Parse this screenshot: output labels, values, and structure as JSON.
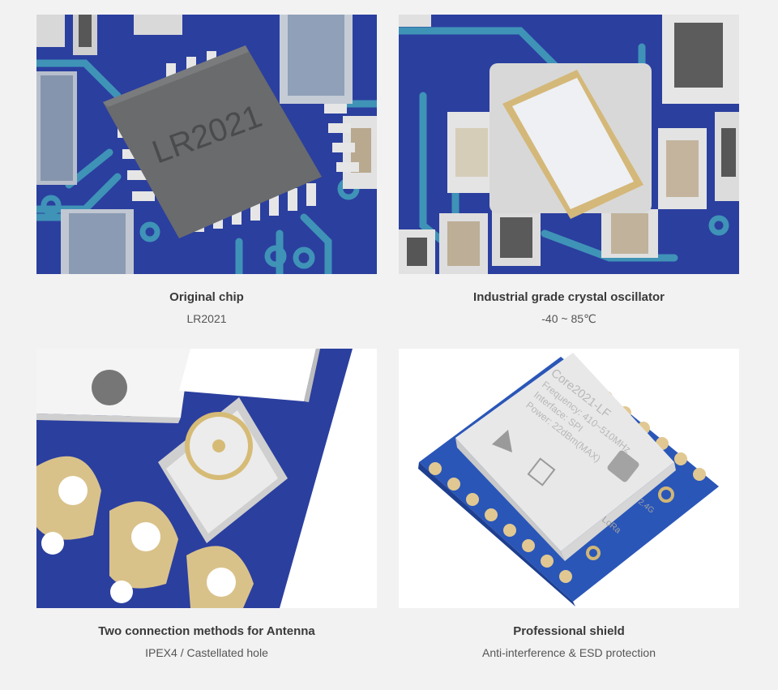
{
  "cards": [
    {
      "title": "Original chip",
      "subtitle": "LR2021",
      "chip_marking": "LR2021"
    },
    {
      "title": "Industrial grade crystal oscillator",
      "subtitle": "-40 ~ 85℃"
    },
    {
      "title": "Two connection methods for Antenna",
      "subtitle": "IPEX4 / Castellated hole"
    },
    {
      "title": "Professional shield",
      "subtitle": "Anti-interference & ESD protection",
      "shield_text": [
        "Core2021-LF",
        "Frequency: 410~510MHz",
        "Interface: SPI",
        "Power: 22dBm(MAX)",
        "2.4G",
        "LoRa"
      ]
    }
  ],
  "colors": {
    "pcb_blue": "#2a3f9e",
    "trace_teal": "#3f93b7",
    "gold": "#d9c28a",
    "chip_gray": "#6a6b6d",
    "background": "#f2f2f2"
  }
}
